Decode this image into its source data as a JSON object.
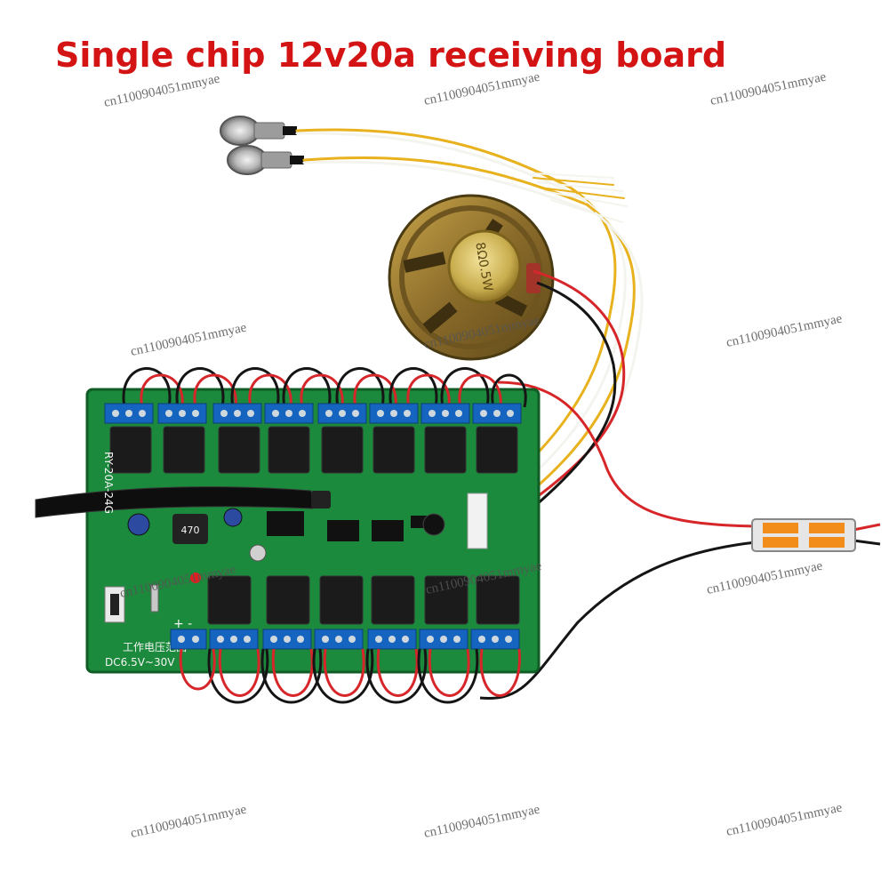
{
  "title": {
    "text": "Single chip 12v20a receiving board",
    "color": "#d41414"
  },
  "watermark": "cn1100904051mmyae",
  "board": {
    "model": "RY-20A-24G",
    "voltage_label": "工作电压范围",
    "voltage_range": "DC6.5V~30V",
    "polarity": "+ -",
    "inductor": "470",
    "speaker_marking": "8Ω0.5W"
  },
  "colors": {
    "pcb": "#1c8a3c",
    "terminal": "#1565c0",
    "relay": "#1b1b1b",
    "wire_red": "#d6262a",
    "wire_black": "#151515",
    "wire_yellow": "#e8b21e"
  }
}
